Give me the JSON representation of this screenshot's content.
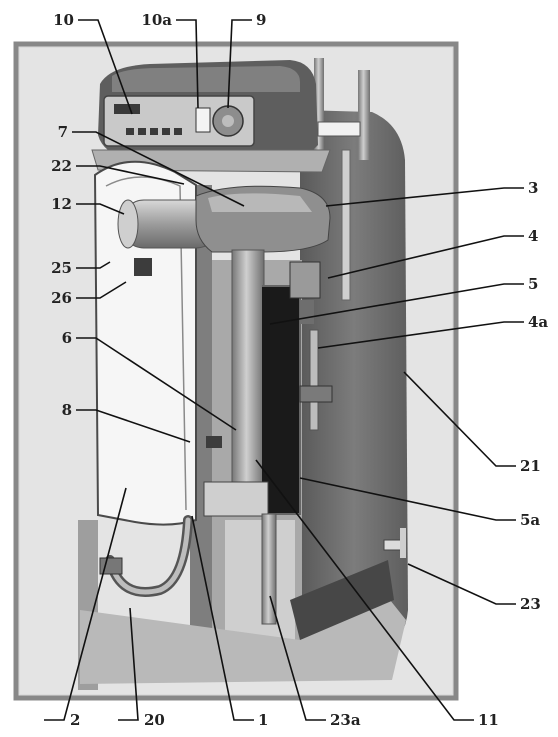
{
  "callouts": {
    "c10": "10",
    "c10a": "10a",
    "c9": "9",
    "c7": "7",
    "c22": "22",
    "c12": "12",
    "c25": "25",
    "c26": "26",
    "c6": "6",
    "c8": "8",
    "c3": "3",
    "c4": "4",
    "c5": "5",
    "c4a": "4a",
    "c21": "21",
    "c5a": "5a",
    "c23": "23",
    "c2": "2",
    "c20": "20",
    "c1": "1",
    "c23a": "23a",
    "c11": "11"
  },
  "colors": {
    "frame": "#888888",
    "background": "#dcdcdc",
    "casing_dark": "#6d6d6d",
    "casing_mid": "#9a9a9a",
    "light_panel": "#f6f6f6",
    "exchanger": "#1a1a1a"
  }
}
